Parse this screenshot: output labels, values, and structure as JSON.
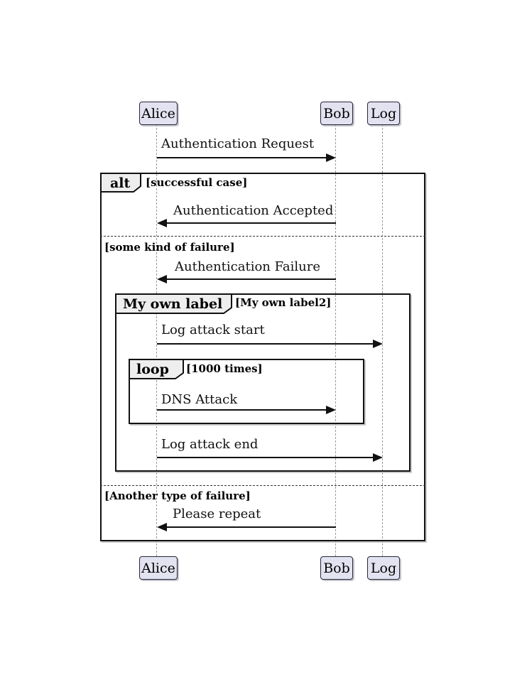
{
  "participants": [
    {
      "name": "Alice"
    },
    {
      "name": "Bob"
    },
    {
      "name": "Log"
    }
  ],
  "messages": [
    {
      "text": "Authentication Request",
      "from": "Alice",
      "to": "Bob",
      "direction": "right"
    },
    {
      "text": "Authentication Accepted",
      "from": "Bob",
      "to": "Alice",
      "direction": "left"
    },
    {
      "text": "Authentication Failure",
      "from": "Bob",
      "to": "Alice",
      "direction": "left"
    },
    {
      "text": "Log attack start",
      "from": "Alice",
      "to": "Log",
      "direction": "right"
    },
    {
      "text": "DNS Attack",
      "from": "Alice",
      "to": "Bob",
      "direction": "right"
    },
    {
      "text": "Log attack end",
      "from": "Alice",
      "to": "Log",
      "direction": "right"
    },
    {
      "text": "Please repeat",
      "from": "Bob",
      "to": "Alice",
      "direction": "left"
    }
  ],
  "frames": {
    "alt": {
      "label": "alt",
      "guard": "[successful case]"
    },
    "group": {
      "label": "My own label",
      "guard": "[My own label2]"
    },
    "loop": {
      "label": "loop",
      "guard": "[1000 times]"
    }
  },
  "dividers": [
    {
      "label": "[some kind of failure]"
    },
    {
      "label": "[Another type of failure]"
    }
  ],
  "colors": {
    "participant_fill": "#E2E2F0",
    "participant_border": "#26263A",
    "frame_tab_fill": "#EEEEEE",
    "frame_border": "#111111",
    "lifeline": "#999999",
    "arrow": "#111111"
  }
}
